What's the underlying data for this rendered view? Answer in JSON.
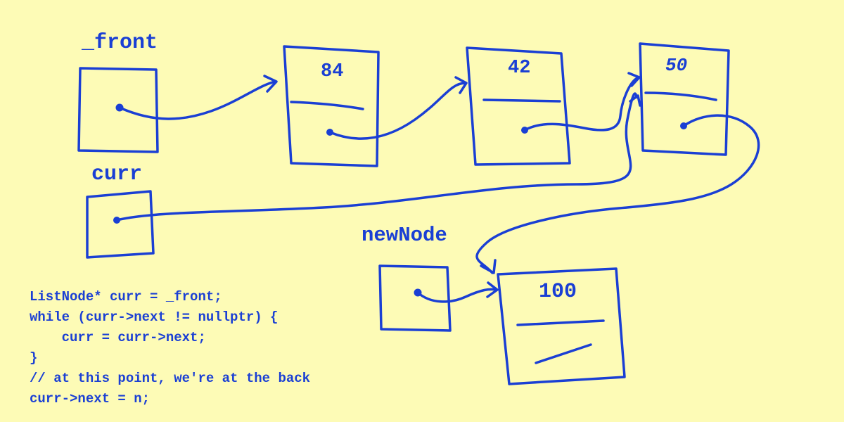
{
  "labels": {
    "front": "_front",
    "curr": "curr",
    "newNode": "newNode"
  },
  "nodes": [
    {
      "value": "84"
    },
    {
      "value": "42"
    },
    {
      "value": "50"
    },
    {
      "value": "100"
    }
  ],
  "code": [
    "ListNode* curr = _front;",
    "while (curr->next != nullptr) {",
    "    curr = curr->next;",
    "}",
    "// at this point, we're at the back",
    "curr->next = n;"
  ],
  "colors": {
    "background": "#fdfbb6",
    "ink": "#1a3fd4"
  }
}
